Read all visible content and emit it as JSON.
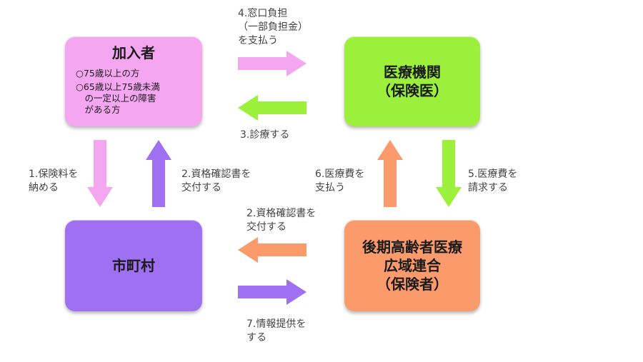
{
  "colors": {
    "pink": "#F4A6F0",
    "green": "#9CEF3A",
    "purple": "#A070F2",
    "orange": "#FB9A6A"
  },
  "boxes": {
    "members": {
      "title": "加入者",
      "items": [
        "○75歳以上の方",
        "○65歳以上75歳未満\n　の一定以上の障害\n　がある方"
      ]
    },
    "medical": {
      "title": "医療機関\n（保険医）"
    },
    "municipality": {
      "title": "市町村"
    },
    "union": {
      "title": "後期高齢者医療\n広域連合\n（保険者）"
    }
  },
  "labels": {
    "window_payment": "4.窓口負担\n（一部負担金）\nを支払う",
    "treatment": "3.診療する",
    "premium": "1.保険料を\n納める",
    "cert_to_member": "2.資格確認書を\n交付する",
    "pay_fee": "6.医療費を\n支払う",
    "bill_fee": "5.医療費を\n請求する",
    "cert_to_city": "2.資格確認書を\n交付する",
    "info": "7.情報提供を\nする"
  }
}
